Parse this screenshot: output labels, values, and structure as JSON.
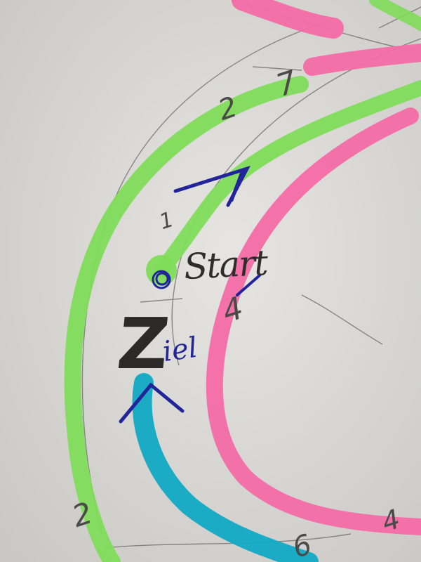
{
  "sketch": {
    "labels": {
      "start": "Start",
      "goal_letter": "Z",
      "goal_rest": "iel"
    },
    "route_numbers": [
      "2",
      "7",
      "1",
      "4",
      "6"
    ]
  },
  "colors": {
    "paper": "#d9d8d4",
    "green_marker": "#7fdc5a",
    "pink_marker": "#f46ca6",
    "cyan_marker": "#12a9c4",
    "pencil": "#5b5a57",
    "blue_ink": "#22259a"
  },
  "icons": [
    "start-circle-icon",
    "direction-arrow-icon"
  ]
}
